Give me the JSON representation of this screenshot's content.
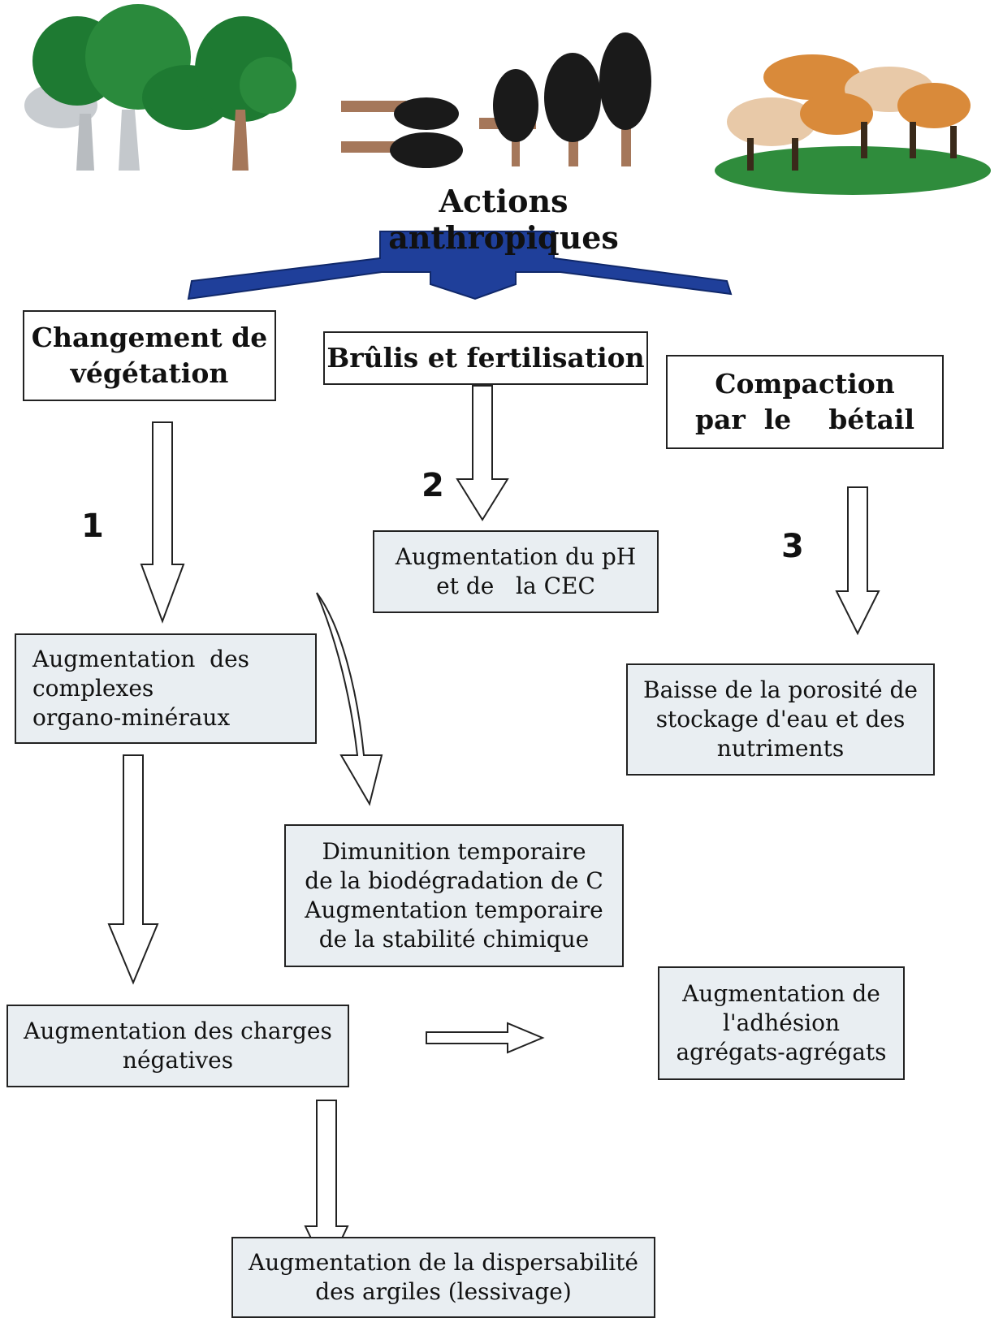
{
  "title": "Actions anthropiques",
  "numbers": {
    "n1": "1",
    "n2": "2",
    "n3": "3"
  },
  "causes": {
    "vegetation": [
      "Changement de",
      "végétation"
    ],
    "burning": [
      "Brûlis et fertilisation"
    ],
    "compaction": [
      "Compaction",
      "par  le    bétail"
    ]
  },
  "effects": {
    "ph_cec": [
      "Augmentation du pH",
      "et de   la CEC"
    ],
    "complexes": [
      "Augmentation  des",
      "complexes",
      "organo-minéraux"
    ],
    "porosity": [
      "Baisse de la porosité de",
      "stockage d'eau et des",
      "nutriments"
    ],
    "biodeg": [
      "Dimunition temporaire",
      "de la biodégradation de C",
      "Augmentation temporaire",
      "de la stabilité chimique"
    ],
    "charges": [
      "Augmentation des charges",
      "négatives"
    ],
    "adhesion": [
      "Augmentation de",
      "l'adhésion",
      "agrégats-agrégats"
    ],
    "dispersion": [
      "Augmentation de la dispersabilité",
      "des argiles (lessivage)"
    ]
  },
  "colors": {
    "arrow_blue": "#1f3f9a",
    "tree_green": "#1e7a32",
    "trunk_brown": "#a5775a",
    "box_grey": "#e9eef2",
    "cow_orange": "#d98a3a",
    "grass_green": "#2f8c3c"
  },
  "icons": [
    "forest-illustration",
    "felled-trees-illustration",
    "cattle-illustration"
  ]
}
